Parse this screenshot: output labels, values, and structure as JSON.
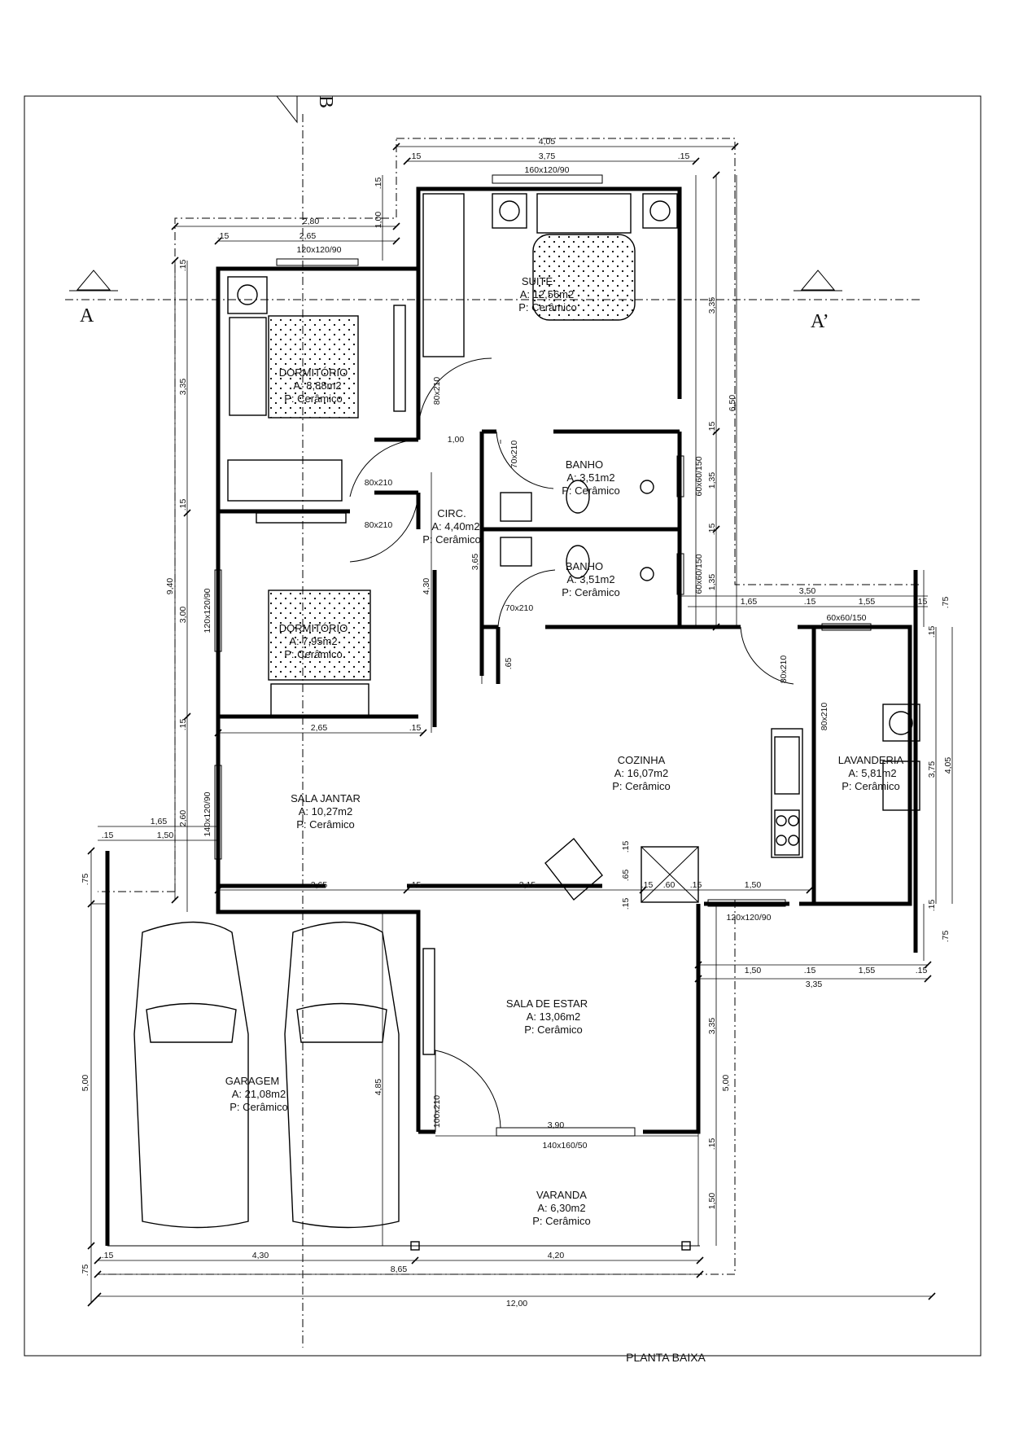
{
  "section_markers": {
    "a_left": "A",
    "a_right": "A’",
    "b_top": "B"
  },
  "title_cut": "PLANTA BAIXA",
  "rooms": [
    {
      "id": "suite",
      "name": "SUITE",
      "area": "A: 12,56m2",
      "floor": "P: Cerâmico"
    },
    {
      "id": "dorm1",
      "name": "DORMITÓRIO",
      "area": "A: 8,88m2",
      "floor": "P: Cerâmico"
    },
    {
      "id": "dorm2",
      "name": "DORMITÓRIO",
      "area": "A: 7,95m2",
      "floor": "P: Cerâmico"
    },
    {
      "id": "circ",
      "name": "CIRC.",
      "area": "A: 4,40m2",
      "floor": "P: Cerâmico"
    },
    {
      "id": "banho1",
      "name": "BANHO",
      "area": "A: 3,51m2",
      "floor": "P: Cerâmico"
    },
    {
      "id": "banho2",
      "name": "BANHO",
      "area": "A: 3,51m2",
      "floor": "P: Cerâmico"
    },
    {
      "id": "cozinha",
      "name": "COZINHA",
      "area": "A: 16,07m2",
      "floor": "P: Cerâmico"
    },
    {
      "id": "lavanderia",
      "name": "LAVANDERIA",
      "area": "A: 5,81m2",
      "floor": "P: Cerâmico"
    },
    {
      "id": "sala_jantar",
      "name": "SALA JANTAR",
      "area": "A: 10,27m2",
      "floor": "P: Cerâmico"
    },
    {
      "id": "sala_estar",
      "name": "SALA DE ESTAR",
      "area": "A: 13,06m2",
      "floor": "P: Cerâmico"
    },
    {
      "id": "garagem",
      "name": "GARAGEM",
      "area": "A: 21,08m2",
      "floor": "P: Cerâmico"
    },
    {
      "id": "varanda",
      "name": "VARANDA",
      "area": "A: 6,30m2",
      "floor": "P: Cerâmico"
    }
  ],
  "openings": {
    "win_suite": "160x120/90",
    "win_dorm1": "120x120/90",
    "win_dorm2": "120x120/90",
    "win_jantar": "140x120/90",
    "win_banho1": "60x60/150",
    "win_banho2": "60x60/150",
    "win_lav": "60x60/150",
    "win_cozinha": "120x120/90",
    "win_estar": "140x160/50",
    "door_suite": "80x210",
    "door_dorm1": "80x210",
    "door_dorm2": "80x210",
    "door_banho1": "70x210",
    "door_banho2": "70x210",
    "door_lav1": "80x210",
    "door_lav2": "80x210",
    "door_estar": "100x210"
  },
  "dimensions": {
    "top_405": "4,05",
    "top_375": "3,75",
    "top_15a": ".15",
    "top_15b": ".15",
    "top_280": "2,80",
    "top_265": "2,65",
    "top_15c": ".15",
    "v_100": "1,00",
    "v_15top": ".15",
    "v_15l1": ".15",
    "v_335l": "3,35",
    "v_15l2": ".15",
    "v_300l": "3,00",
    "v_15l3": ".15",
    "v_260l": "2,60",
    "v_940": "9,40",
    "h_100circ": "1,00",
    "v_365": "3,65",
    "v_430": "4,30",
    "v_65": ".65",
    "h_265mid": "2,65",
    "h_15mid": ".15",
    "h_165": "1,65",
    "h_150": "1,50",
    "h_15left": ".15",
    "v_75left": ".75",
    "h_265low": "2,65",
    "h_15low": ".15",
    "h_315": "3,15",
    "v_15k1": ".15",
    "v_65k": ".65",
    "v_15k2": ".15",
    "h_15k": ".15",
    "h_60": ".60",
    "h_15k2": ".15",
    "h_150k": "1,50",
    "v_335r": "3,35",
    "v_650r": "6,50",
    "v_15r1": ".15",
    "v_135a": "1,35",
    "v_15r2": ".15",
    "v_135b": "1,35",
    "h_350": "3,50",
    "h_165r": "1,65",
    "h_15r": ".15",
    "h_155r": "1,55",
    "h_15rr": ".15",
    "v_75r": ".75",
    "v_15lav1": ".15",
    "v_375lav": "3,75",
    "v_405lav": "4,05",
    "v_15lav2": ".15",
    "v_75lav": ".75",
    "h_150b": "1,50",
    "h_15b": ".15",
    "h_155b": "1,55",
    "h_15bb": ".15",
    "h_335b": "3,35",
    "v_335e": "3,35",
    "v_500e": "5,00",
    "v_15e": ".15",
    "v_150e": "1,50",
    "v_485": "4,85",
    "h_390": "3,90",
    "v_500g": "5,00",
    "h_15g": ".15",
    "h_430": "4,30",
    "h_420": "4,20",
    "h_865": "8,65",
    "h_1200": "12,00",
    "v_75g": ".75"
  }
}
